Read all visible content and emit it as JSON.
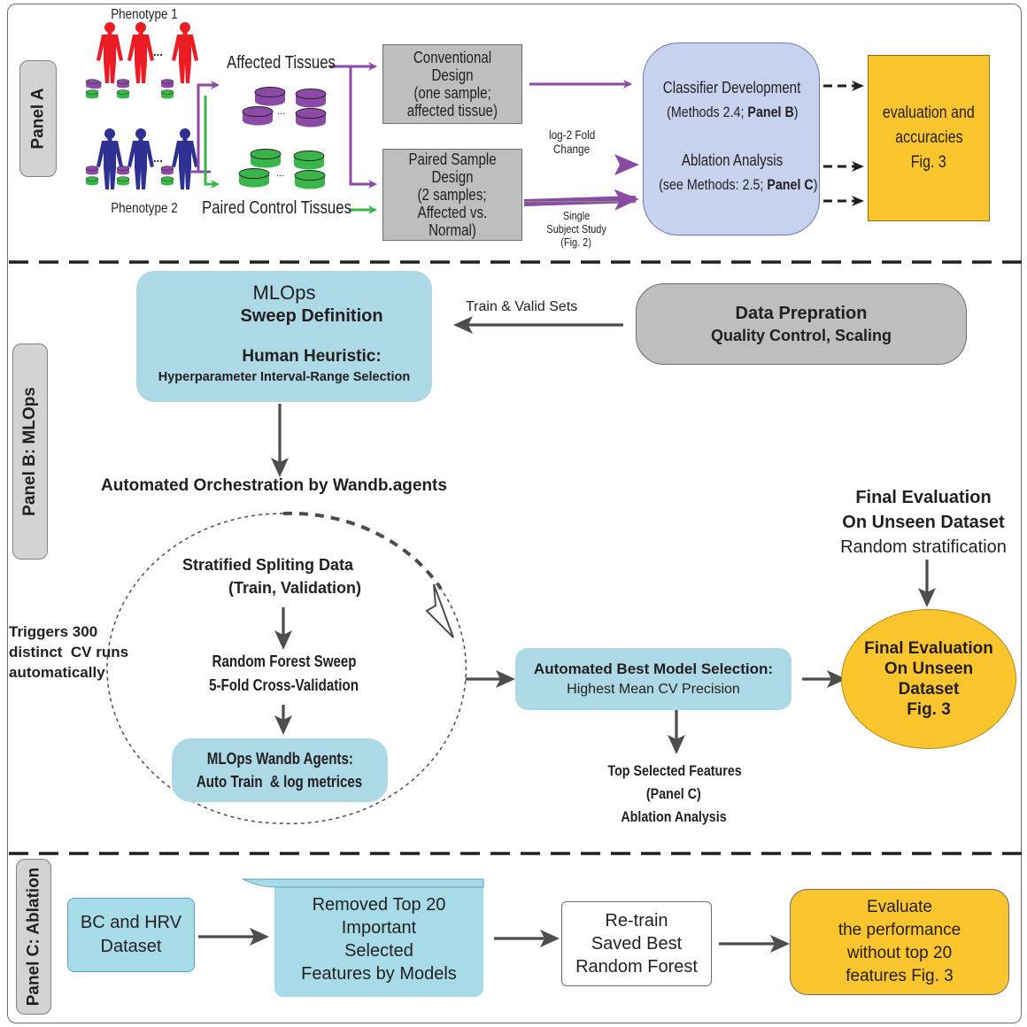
{
  "panel_a": {
    "tab": "Panel A",
    "phenotype1": "Phenotype 1",
    "phenotype2": "Phenotype 2",
    "ellipsis": "...",
    "dots": "...",
    "affected_tissues": "Affected Tissues",
    "paired_control_tissues": "Paired Control Tissues",
    "conventional": [
      "Conventional Design",
      "(one sample;",
      "affected tissue)"
    ],
    "paired": [
      "Paired Sample",
      "Design",
      "(2 samples;",
      "Affected vs. Normal)"
    ],
    "log2": [
      "log-2 Fold",
      "Change"
    ],
    "single": [
      "Single",
      "Subject Study",
      "(Fig. 2)"
    ],
    "classifier_title": "Classifier Development",
    "classifier_sub_pre": "(Methods 2.4; ",
    "classifier_sub_bold": "Panel B",
    "classifier_sub_post": ")",
    "ablation_title": "Ablation Analysis",
    "ablation_sub_pre": "(see Methods: 2.5; ",
    "ablation_sub_bold": "Panel C",
    "ablation_sub_post": ")",
    "evaluation": [
      "evaluation and",
      "accuracies",
      "Fig. 3"
    ],
    "colors": {
      "red": "#ec1c24",
      "blue": "#2e3192",
      "purple": "#8b4aa5",
      "green": "#39b54a",
      "yellow": "#fbc52d",
      "lavender": "#c7d3ee"
    }
  },
  "panel_b": {
    "tab": "Panel B: MLOps",
    "mlops_title": "MLOps",
    "sweep_definition": "Sweep Definition",
    "human_heuristic": "Human Heuristic:",
    "hyperparameter": "Hyperparameter Interval-Range Selection",
    "train_valid": "Train & Valid Sets",
    "data_prep_title": "Data Prepration",
    "data_prep_sub": "Quality Control, Scaling",
    "orchestration": "Automated Orchestration by Wandb.agents",
    "stratified": "Stratified Spliting Data",
    "train_validation": "(Train, Validation)",
    "triggers": [
      "Triggers 300",
      "distinct  CV runs",
      "automatically"
    ],
    "rf_sweep": "Random Forest Sweep",
    "five_fold": "5-Fold Cross-Validation",
    "agents_title": "MLOps Wandb Agents:",
    "agents_sub": "Auto Train  & log metrices",
    "best_model_title": "Automated Best Model Selection:",
    "best_model_sub": "Highest Mean CV Precision",
    "top_features": [
      "Top Selected Features",
      "(Panel C)",
      "Ablation Analysis"
    ],
    "final_eval_title": [
      "Final Evaluation",
      "On Unseen Dataset"
    ],
    "random_strat": "Random stratification",
    "final_ellipse": [
      "Final Evaluation",
      "On Unseen",
      "Dataset",
      "Fig. 3"
    ]
  },
  "panel_c": {
    "tab": "Panel C: Ablation",
    "dataset": [
      "BC and HRV",
      "Dataset"
    ],
    "removed": [
      "Removed Top 20",
      "Important",
      "Selected",
      "Features by Models"
    ],
    "retrain": [
      "Re-train",
      "Saved Best",
      "Random Forest"
    ],
    "evaluate": [
      "Evaluate",
      "the performance",
      "without top 20",
      "features Fig. 3"
    ]
  },
  "icons": [
    "human-figure-icon",
    "tissue-sample-icon",
    "face-avatar-icon",
    "arrow-icon"
  ]
}
